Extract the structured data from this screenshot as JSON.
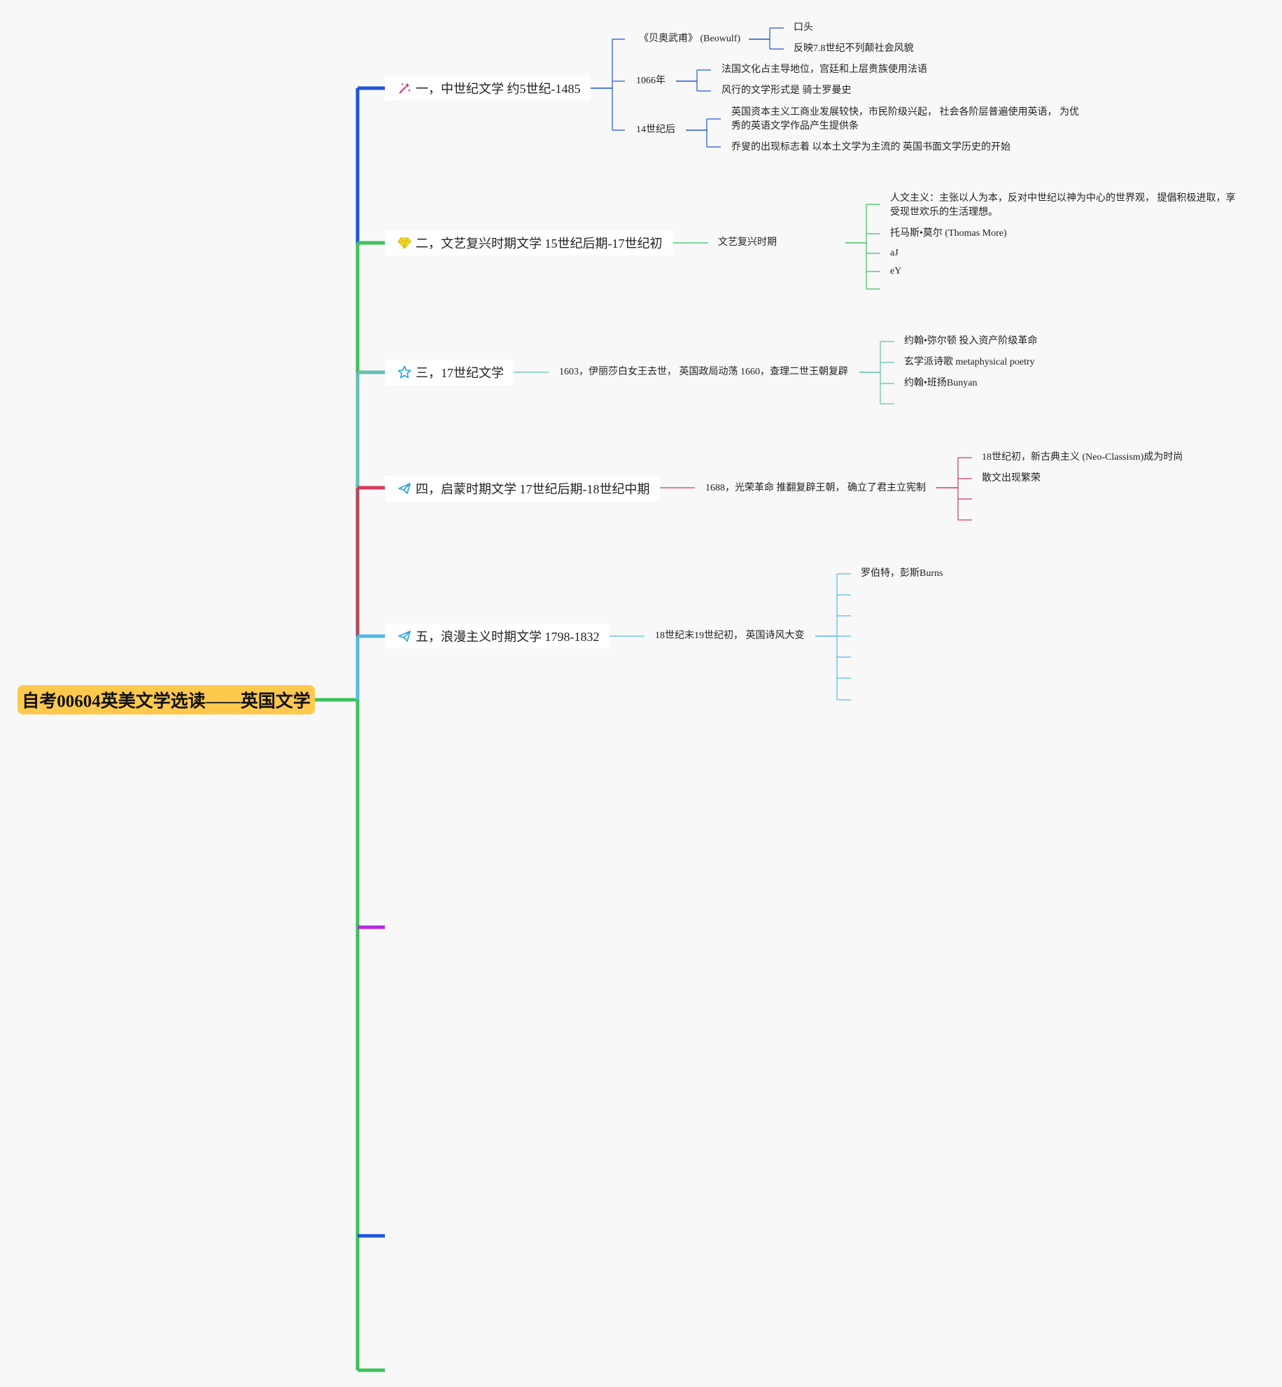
{
  "root": {
    "title": "自考00604英美文学选读——英国文学"
  },
  "branches": [
    {
      "label": "一，中世纪文学 约5世纪-1485",
      "icon": "magic-wand-icon",
      "color": "#1e56d9",
      "children": [
        {
          "label": "《贝奥武甫》 (Beowulf)",
          "children": [
            "口头",
            "反映7.8世纪不列颠社会风貌"
          ]
        },
        {
          "label": "1066年",
          "children": [
            "法国文化占主导地位，宫廷和上层贵族使用法语",
            "风行的文学形式是 骑士罗曼史"
          ]
        },
        {
          "label": "14世纪后",
          "children": [
            "英国资本主义工商业发展较快，市民阶级兴起， 社会各阶层普遍使用英语， 为优秀的英语文学作品产生提供条",
            "乔叟的出现标志着 以本土文学为主流的 英国书面文学历史的开始"
          ]
        }
      ]
    },
    {
      "label": "二，文艺复兴时期文学 15世纪后期-17世纪初",
      "icon": "diamond-icon",
      "color": "#3cc25a",
      "children": [
        {
          "label": "文艺复兴时期",
          "children": [
            "人文主义：主张以人为本，反对中世纪以神为中心的世界观， 提倡积极进取，享受现世欢乐的生活理想。",
            "托马斯•莫尔 (Thomas More)",
            "aJ",
            "eY",
            ""
          ]
        }
      ]
    },
    {
      "label": "三，17世纪文学",
      "icon": "star-icon",
      "color": "#62bfb0",
      "children": [
        {
          "label": "1603，伊丽莎白女王去世， 英国政局动荡 1660，查理二世王朝复辟",
          "children": [
            "约翰•弥尔顿 投入资产阶级革命",
            "玄学派诗歌 metaphysical poetry",
            "约翰•班扬Bunyan",
            ""
          ]
        }
      ]
    },
    {
      "label": "四，启蒙时期文学 17世纪后期-18世纪中期",
      "icon": "paper-plane-icon",
      "color": "#d43a5c",
      "children": [
        {
          "label": "1688，光荣革命 推翻复辟王朝， 确立了君主立宪制",
          "children": [
            "18世纪初，新古典主义 (Neo-Classism)成为时尚",
            "散文出现繁荣",
            "",
            ""
          ]
        }
      ]
    },
    {
      "label": "五，浪漫主义时期文学 1798-1832",
      "icon": "paper-plane-icon",
      "color": "#55b8e6",
      "children": [
        {
          "label": "18世纪末19世纪初， 英国诗风大变",
          "children": [
            "罗伯特，彭斯Burns",
            "",
            "",
            "",
            "",
            "",
            ""
          ]
        }
      ]
    }
  ],
  "empty_branch_colors": [
    "#b62ae0",
    "#1e56d9",
    "#3cc25a"
  ]
}
